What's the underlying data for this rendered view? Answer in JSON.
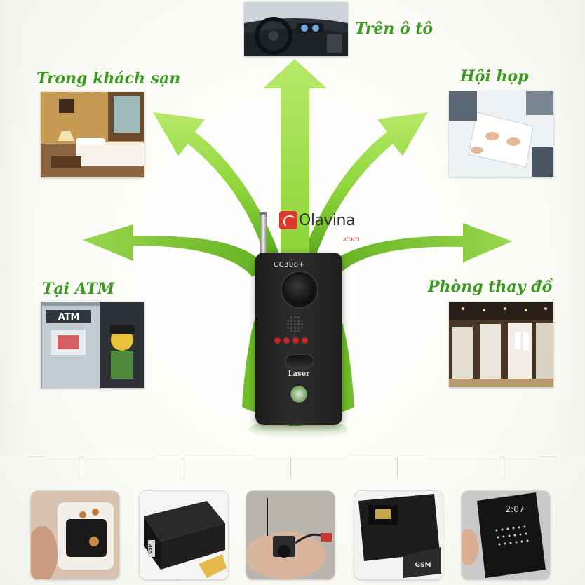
{
  "locations": {
    "car": "Trên ô tô",
    "hotel": "Trong khách sạn",
    "meeting": "Hội họp",
    "atm": "Tại ATM",
    "changing_room": "Phòng thay đồ"
  },
  "device": {
    "model": "CC308+",
    "button_label": "Laser"
  },
  "brand": {
    "name": "Olavina",
    "domain": ".com"
  },
  "photo_text": {
    "atm_sign": "ATM",
    "gsm_badge": "GSM",
    "gsm_badge_2": "GSM",
    "phone_time": "2:07"
  },
  "colors": {
    "arrow_green": "#7ec82a",
    "label_green": "#3a9a1e",
    "brand_red": "#e0362c"
  }
}
